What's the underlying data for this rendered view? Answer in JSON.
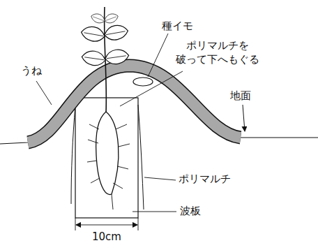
{
  "diagram": {
    "labels": [
      "種イモ",
      "ポリマルチを 破って下へもぐる",
      "うね",
      "地面",
      "ポリマルチ",
      "波板",
      "10cm"
    ]
  }
}
